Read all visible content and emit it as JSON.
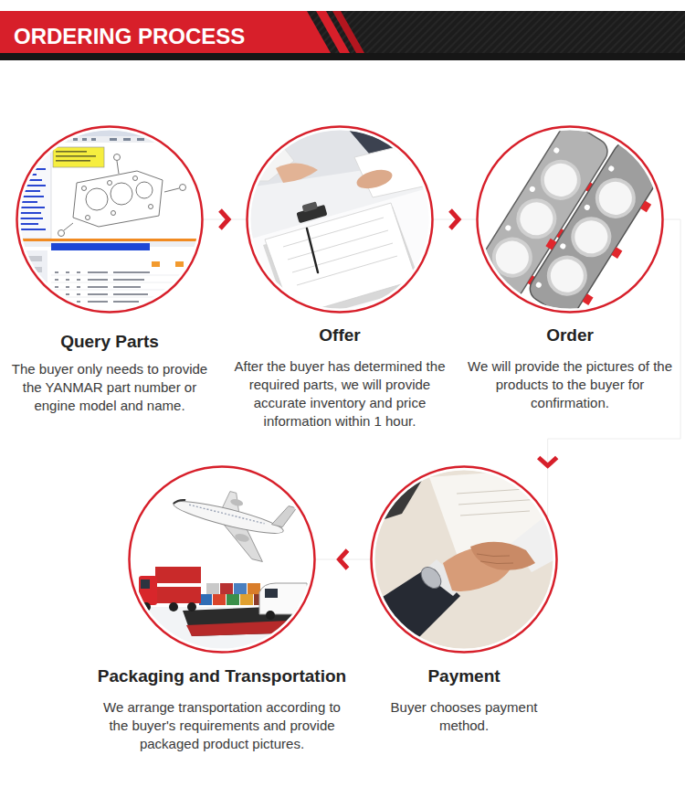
{
  "diagram": {
    "title": "ORDERING PROCESS",
    "nodes": [
      {
        "text": [
          "Query Parts",
          "The buyer only needs to provide the YANMAR part number or engine model and name."
        ]
      },
      {
        "text": [
          "Offer",
          "After the buyer has determined the required parts, we will provide accurate inventory and price information within 1 hour."
        ]
      },
      {
        "text": [
          "Order",
          "We will provide the pictures of the products to the buyer for confirmation."
        ]
      },
      {
        "text": [
          "Payment",
          "Buyer chooses payment method."
        ]
      },
      {
        "text": [
          "Packaging and Transportation",
          "We arrange transportation according to the buyer's requirements and provide packaged product pictures."
        ]
      }
    ],
    "edges": [
      {
        "from": 0,
        "to": 1,
        "arrow": "to"
      },
      {
        "from": 1,
        "to": 2,
        "arrow": "to"
      },
      {
        "from": 2,
        "to": 3,
        "arrow": "to"
      },
      {
        "from": 3,
        "to": 4,
        "arrow": "to"
      }
    ]
  }
}
